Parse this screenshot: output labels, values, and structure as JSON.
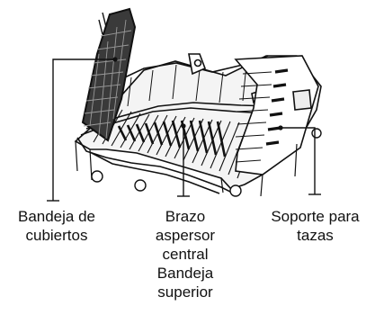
{
  "callouts": [
    {
      "id": "cutlery-tray",
      "lines": [
        "Bandeja de",
        "cubiertos"
      ]
    },
    {
      "id": "spray-arm",
      "lines": [
        "Brazo",
        "aspersor",
        "central",
        "Bandeja",
        "superior"
      ]
    },
    {
      "id": "cup-support",
      "lines": [
        "Soporte para",
        "tazas"
      ]
    }
  ],
  "colors": {
    "line": "#111111",
    "rack_fill": "#f2f2f2",
    "tray_fill": "#3a3a3a"
  }
}
